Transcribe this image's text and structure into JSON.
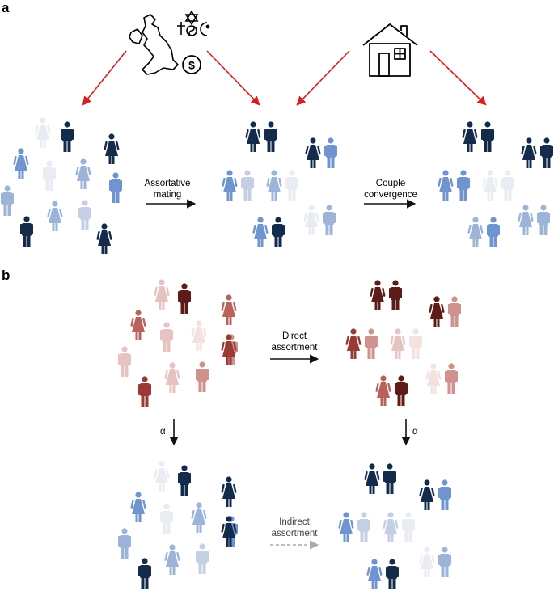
{
  "panels": {
    "a": {
      "label": "a"
    },
    "b": {
      "label": "b"
    }
  },
  "labels": {
    "assortative_line1": "Assortative",
    "assortative_line2": "mating",
    "convergence_line1": "Couple",
    "convergence_line2": "convergence",
    "direct_line1": "Direct",
    "direct_line2": "assortment",
    "indirect_line1": "Indirect",
    "indirect_line2": "assortment",
    "alpha_left": "α",
    "alpha_right": "α"
  },
  "icons": {
    "uk_map": "uk-map-icon",
    "religion": "religion-symbols-icon",
    "money": "dollar-coin-icon",
    "house": "house-icon"
  },
  "colors": {
    "blue": [
      "#e9ecf2",
      "#c4cfe3",
      "#9cb4d8",
      "#6e95cf",
      "#4a7bc6",
      "#142b4b"
    ],
    "red": [
      "#f3e2e0",
      "#e6c3c0",
      "#cf928d",
      "#b9625c",
      "#9a3a34",
      "#5e1c18"
    ],
    "arrow_red": "#d81e1e",
    "arrow_black": "#111111",
    "arrow_dashed": "#aaaaaa"
  }
}
